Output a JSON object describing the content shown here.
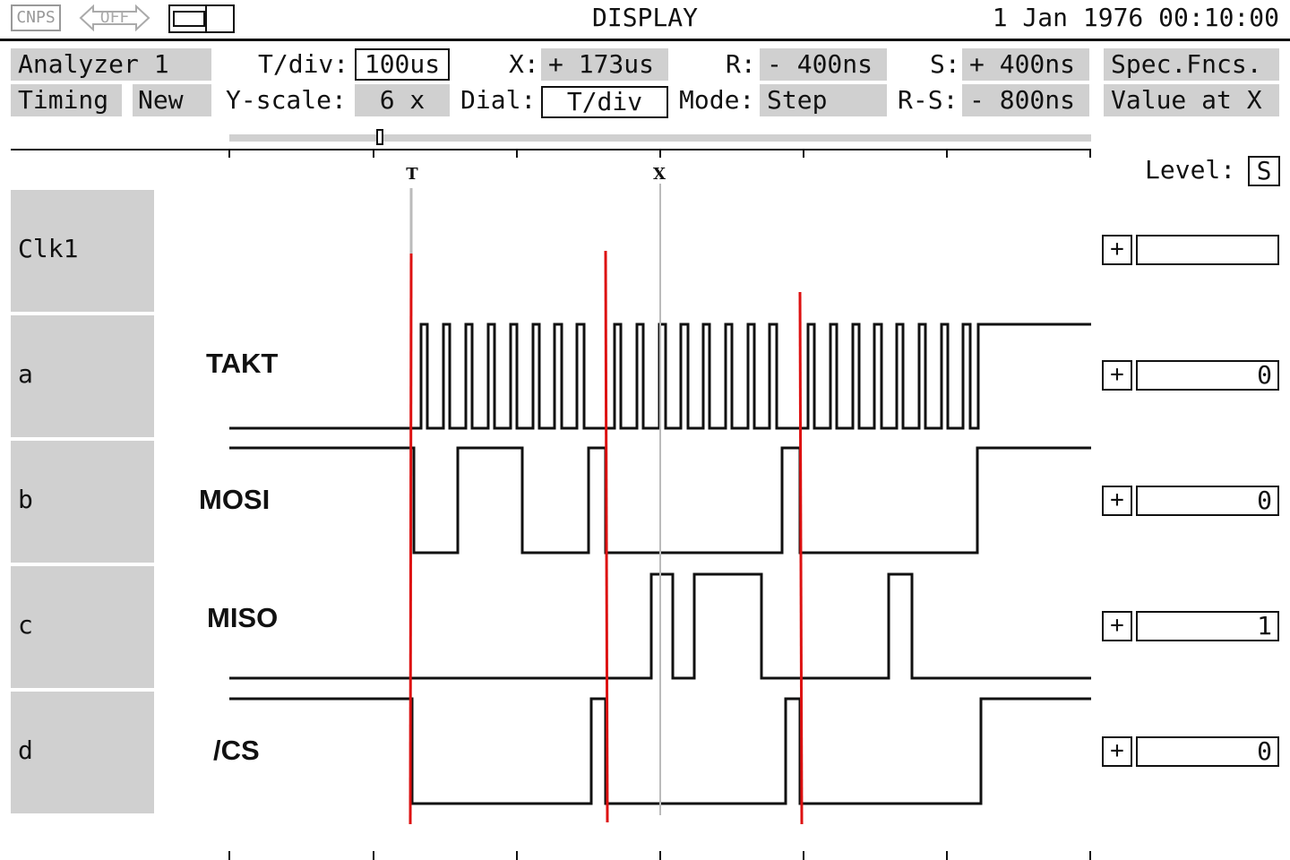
{
  "header": {
    "logo": "CNPS",
    "off_label": "OFF",
    "title": "DISPLAY",
    "datetime": "1 Jan 1976 00:10:00"
  },
  "toolbar": {
    "analyzer": "Analyzer 1",
    "timing": "Timing",
    "new": "New",
    "tdiv_label": "T/div:",
    "tdiv_value": "100us",
    "yscale_label": "Y-scale:",
    "yscale_value": "6 x",
    "x_label": "X:",
    "x_value": "+ 173us",
    "dial_label": "Dial:",
    "dial_value": "T/div",
    "r_label": "R:",
    "r_value": "- 400ns",
    "mode_label": "Mode:",
    "mode_value": "Step",
    "s_label": "S:",
    "s_value": "+ 400ns",
    "rs_label": "R-S:",
    "rs_value": "- 800ns",
    "spec_fncs": "Spec.Fncs.",
    "value_at_x": "Value at X"
  },
  "markers": {
    "t": "T",
    "x": "X"
  },
  "level": {
    "label": "Level:",
    "value": "S"
  },
  "channels": [
    {
      "name": "Clk1",
      "signal": "",
      "value": ""
    },
    {
      "name": "a",
      "signal": "TAKT",
      "value": "0"
    },
    {
      "name": "b",
      "signal": "MOSI",
      "value": "0"
    },
    {
      "name": "c",
      "signal": "MISO",
      "value": "1"
    },
    {
      "name": "d",
      "signal": "/CS",
      "value": "0"
    }
  ],
  "plus_label": "+",
  "colors": {
    "panel": "#d0d0d0",
    "cursor_red": "#dd1111",
    "marker_grey": "#bbbbbb"
  }
}
